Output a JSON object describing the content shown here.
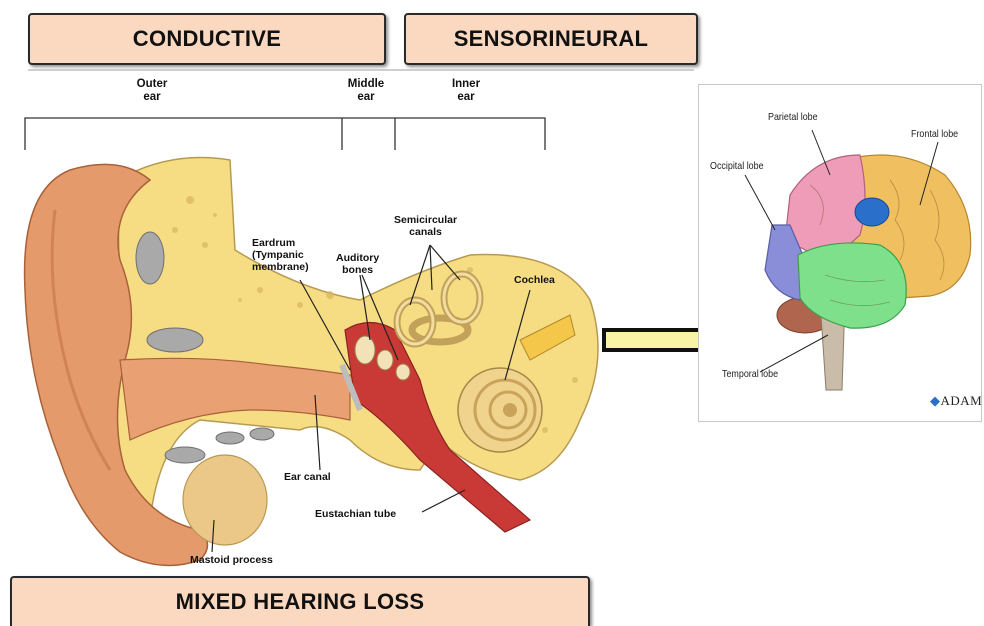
{
  "banners": {
    "conductive": "CONDUCTIVE",
    "sensorineural": "SENSORINEURAL",
    "mixed": "MIXED HEARING LOSS"
  },
  "zones": {
    "outer": [
      "Outer",
      "ear"
    ],
    "middle": [
      "Middle",
      "ear"
    ],
    "inner": [
      "Inner",
      "ear"
    ]
  },
  "ear_labels": {
    "eardrum": [
      "Eardrum",
      "(Tympanic",
      "membrane)"
    ],
    "auditory_bones": [
      "Auditory",
      "bones"
    ],
    "semicircular": [
      "Semicircular",
      "canals"
    ],
    "cochlea": "Cochlea",
    "ear_canal": "Ear canal",
    "eustachian": "Eustachian tube",
    "mastoid": "Mastoid process"
  },
  "brain_labels": {
    "parietal": "Parietal lobe",
    "frontal": "Frontal lobe",
    "occipital": "Occipital lobe",
    "temporal": "Temporal lobe"
  },
  "logo": "ADAM",
  "colors": {
    "banner_fill": "#fbd9c1",
    "arrow_fill": "#f8f4a6",
    "frontal": "#f0c060",
    "parietal": "#ee9cb8",
    "occipital": "#8a8ed8",
    "temporal": "#7ee08a",
    "auditory_area": "#2a6fc9"
  }
}
